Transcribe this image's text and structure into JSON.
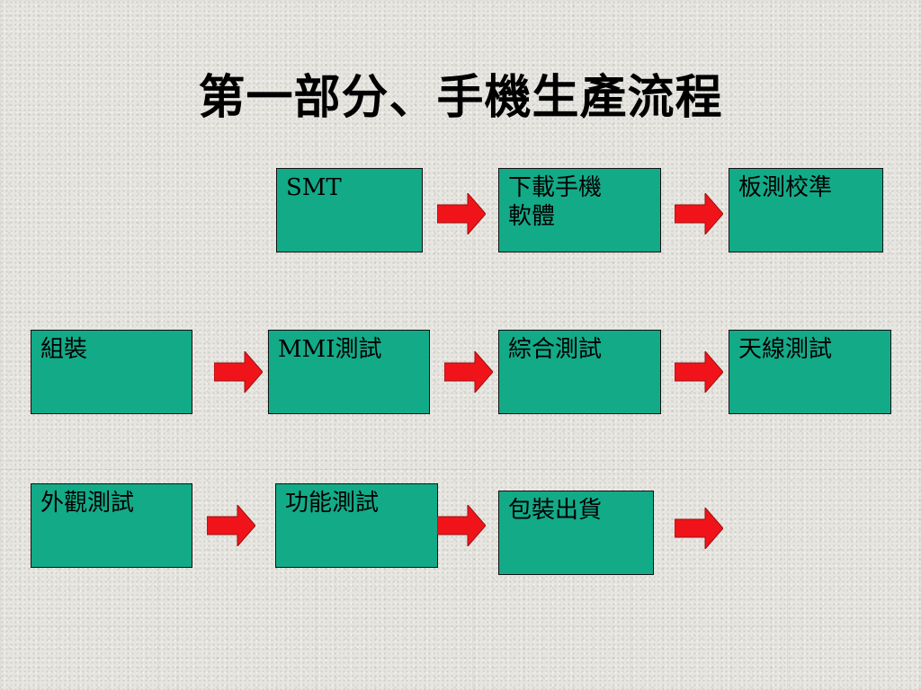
{
  "title": "第一部分、手機生產流程",
  "steps": [
    {
      "label": "SMT"
    },
    {
      "label": "下載手機軟體"
    },
    {
      "label": "板測校準"
    },
    {
      "label": "組裝"
    },
    {
      "label": "MMI測試"
    },
    {
      "label": "綜合測試"
    },
    {
      "label": "天線測試"
    },
    {
      "label": "外觀測試"
    },
    {
      "label": "功能測試"
    },
    {
      "label": "包裝出貨"
    }
  ],
  "colors": {
    "box_fill": "#13aa88",
    "arrow_fill": "#f0141a"
  }
}
